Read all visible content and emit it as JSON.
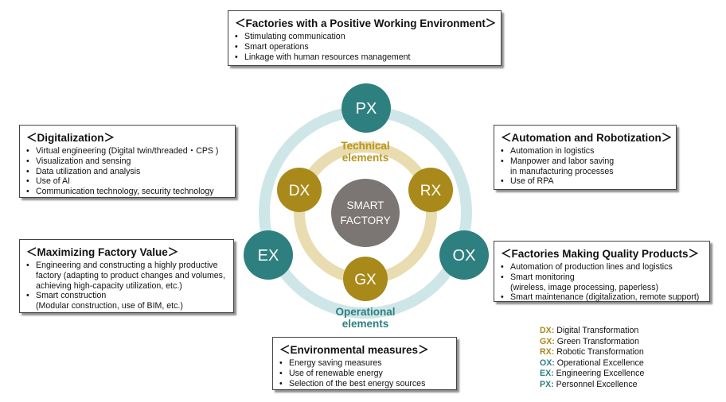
{
  "boxes": {
    "px": {
      "title": "＜Factories with a Positive Working Environment＞",
      "items": [
        "Stimulating communication",
        "Smart operations",
        "Linkage with human resources management"
      ]
    },
    "dx": {
      "title": "＜Digitalization＞",
      "items": [
        "Virtual engineering (Digital twin/threaded・CPS )",
        "Visualization and sensing",
        "Data utilization and analysis",
        "Use of AI",
        "Communication technology, security technology"
      ]
    },
    "rx": {
      "title": "＜Automation and Robotization＞",
      "items": [
        "Automation in logistics",
        "Manpower and labor saving\nin manufacturing processes",
        "Use of RPA"
      ]
    },
    "ex": {
      "title": "＜Maximizing Factory Value＞",
      "items": [
        "Engineering and constructing a highly productive\nfactory (adapting to product changes and volumes,\nachieving high-capacity utilization, etc.)",
        "Smart construction\n(Modular construction, use of BIM, etc.)"
      ]
    },
    "ox": {
      "title": "＜Factories Making Quality Products＞",
      "items": [
        "Automation of production lines and logistics",
        "Smart monitoring\n(wireless, image processing, paperless)",
        "Smart maintenance (digitalization, remote support)"
      ]
    },
    "gx": {
      "title": "＜Environmental measures＞",
      "items": [
        "Energy saving measures",
        "Use of renewable energy",
        "Selection of the best energy sources"
      ]
    }
  },
  "diagram": {
    "center_line1": "SMART",
    "center_line2": "FACTORY",
    "inner_label_line1": "Technical",
    "inner_label_line2": "elements",
    "outer_label_line1": "Operational",
    "outer_label_line2": "elements",
    "nodes": {
      "px": "PX",
      "dx": "DX",
      "rx": "RX",
      "gx": "GX",
      "ex": "EX",
      "ox": "OX"
    }
  },
  "legend": [
    {
      "code": "DX:",
      "text": "Digital Transformation",
      "color": "#a8891a"
    },
    {
      "code": "GX:",
      "text": "Green Transformation",
      "color": "#a8891a"
    },
    {
      "code": "RX:",
      "text": "Robotic Transformation",
      "color": "#a8891a"
    },
    {
      "code": "OX:",
      "text": "Operational Excellence",
      "color": "#2e7f80"
    },
    {
      "code": "EX:",
      "text": "Engineering Excellence",
      "color": "#2e7f80"
    },
    {
      "code": "PX:",
      "text": "Personnel Excellence",
      "color": "#2e7f80"
    }
  ],
  "colors": {
    "teal": "#2e7f80",
    "gold": "#a8891a",
    "outer_ring": "#cfe6e8",
    "inner_ring": "#e8dcb0",
    "center": "#7b7574",
    "inner_label": "#b8951c",
    "outer_label": "#2e7f80"
  }
}
